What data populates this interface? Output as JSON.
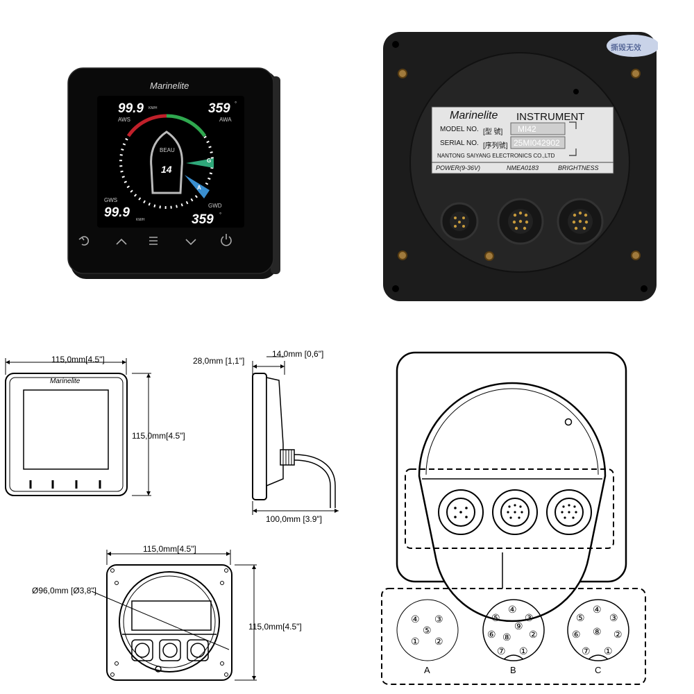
{
  "front_display": {
    "brand": "Marinelite",
    "aws_value": "99.9",
    "aws_unit": "KM/H",
    "aws_label": "AWS",
    "awa_value": "359",
    "awa_deg": "°",
    "awa_label": "AWA",
    "beau_label": "BEAU",
    "beau_value": "14",
    "gws_label": "GWS",
    "gws_value": "99.9",
    "gws_unit": "KM/H",
    "gwd_label": "GWD",
    "gwd_value": "359",
    "gwd_deg": "°",
    "marker_g": "G",
    "marker_a": "A",
    "buttons": [
      "back-icon",
      "up-chevron-icon",
      "menu-icon",
      "down-chevron-icon",
      "power-icon"
    ]
  },
  "rear_panel": {
    "sticker": "撕毁无效",
    "label_brand": "Marinelite",
    "label_title": "INSTRUMENT",
    "model_label": "MODEL NO.",
    "model_cn": "[型 號]",
    "model_value": "MI42",
    "serial_label": "SERIAL NO.",
    "serial_cn": "[序列號]",
    "serial_value": "25MI042902",
    "manufacturer": "NANTONG SAIYANG ELECTRONICS CO.,LTD",
    "port_power": "POWER(9-36V)",
    "port_nmea": "NMEA0183",
    "port_brightness": "BRIGHTNESS"
  },
  "front_drawing": {
    "brand": "Marinelite",
    "width_dim": "115,0mm[4.5\"]",
    "height_dim": "115,0mm[4.5\"]"
  },
  "side_drawing": {
    "depth_total": "28,0mm [1,1\"]",
    "depth_back": "14,0mm [0,6\"]",
    "cable_dim": "100,0mm [3.9\"]"
  },
  "rear_drawing": {
    "width_dim": "115,0mm[4.5\"]",
    "height_dim": "115,0mm[4.5\"]",
    "diameter_dim": "Ø96,0mm [Ø3,8\"]"
  },
  "connector_drawing": {
    "connectors": [
      {
        "label": "A",
        "pins": [
          "④",
          "③",
          "⑤",
          "①",
          "②"
        ]
      },
      {
        "label": "B",
        "pins": [
          "④",
          "⑤",
          "③",
          "⑨",
          "⑥",
          "⑧",
          "②",
          "⑦",
          "①"
        ]
      },
      {
        "label": "C",
        "pins": [
          "④",
          "⑤",
          "③",
          "⑥",
          "⑧",
          "②",
          "⑦",
          "①"
        ]
      }
    ]
  }
}
